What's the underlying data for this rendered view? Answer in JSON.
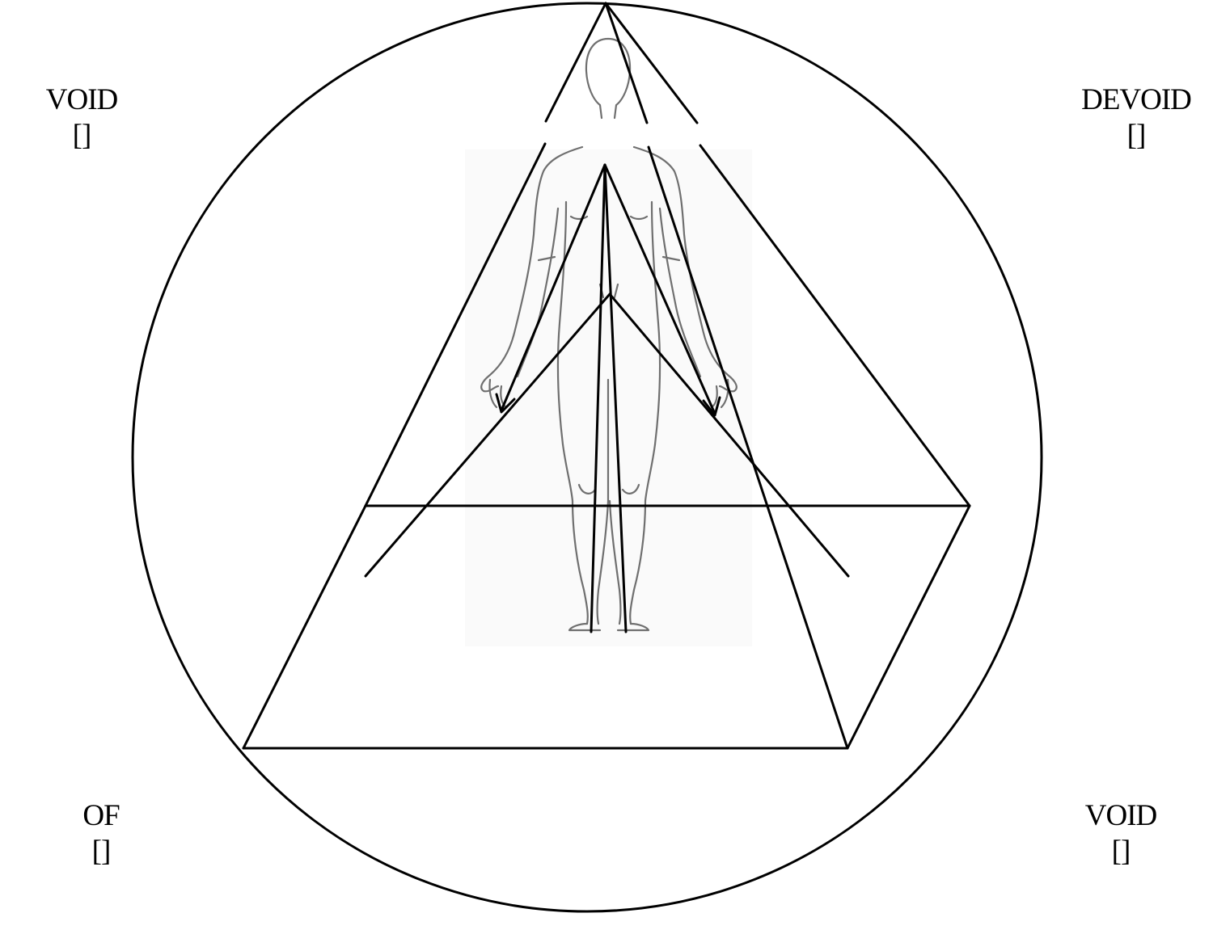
{
  "labels": {
    "top_left": {
      "word": "VOID",
      "brackets": "[]"
    },
    "top_right": {
      "word": "DEVOID",
      "brackets": "[]"
    },
    "bottom_left": {
      "word": "OF",
      "brackets": "[]"
    },
    "bottom_right": {
      "word": "VOID",
      "brackets": "[]"
    }
  },
  "figure": {
    "icon": "human-figure-icon"
  },
  "colors": {
    "line": "#000000",
    "figure": "#6f6f6f",
    "background": "#ffffff"
  }
}
